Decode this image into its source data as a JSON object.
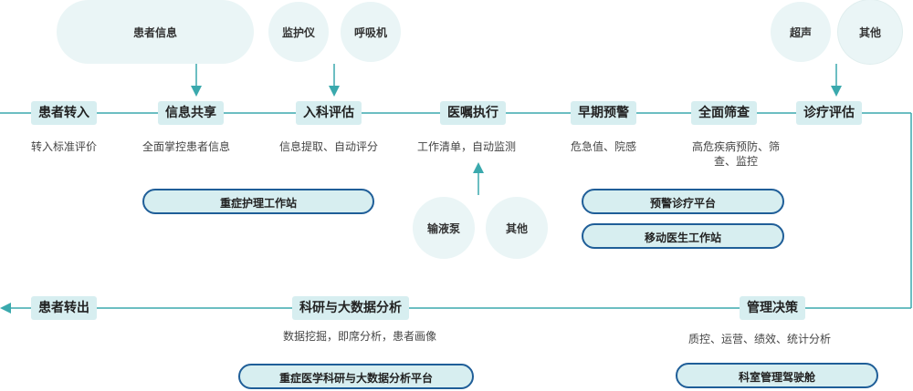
{
  "colors": {
    "line": "#3aa9ad",
    "bubble_bg": "#eaf5f6",
    "stage_bg": "#d7eef0",
    "platform_border": "#1f5e98"
  },
  "devices_top": {
    "patient_info": "患者信息",
    "monitor": "监护仪",
    "ventilator": "呼吸机",
    "ultrasound": "超声",
    "other": "其他"
  },
  "devices_mid": {
    "infusion_pump": "输液泵",
    "other": "其他"
  },
  "stages": {
    "admission_transfer": "患者转入",
    "info_sharing": "信息共享",
    "admission_eval": "入科评估",
    "order_exec": "医嘱执行",
    "early_warning": "早期预警",
    "full_screening": "全面筛查",
    "diagnosis_eval": "诊疗评估",
    "mgmt_decision": "管理决策",
    "research_analysis": "科研与大数据分析",
    "discharge_transfer": "患者转出"
  },
  "descriptions": {
    "admission_transfer": "转入标准评价",
    "info_sharing": "全面掌控患者信息",
    "admission_eval": "信息提取、自动评分",
    "order_exec": "工作清单，自动监测",
    "early_warning": "危急值、院感",
    "full_screening_line1": "高危疾病预防、筛",
    "full_screening_line2": "查、监控",
    "mgmt_decision": "质控、运营、绩效、统计分析",
    "research_analysis": "数据挖掘，即席分析，患者画像"
  },
  "platforms": {
    "icu_nursing": "重症护理工作站",
    "warning_platform": "预警诊疗平台",
    "mobile_doctor": "移动医生工作站",
    "research_platform": "重症医学科研与大数据分析平台",
    "dept_cockpit": "科室管理驾驶舱"
  }
}
